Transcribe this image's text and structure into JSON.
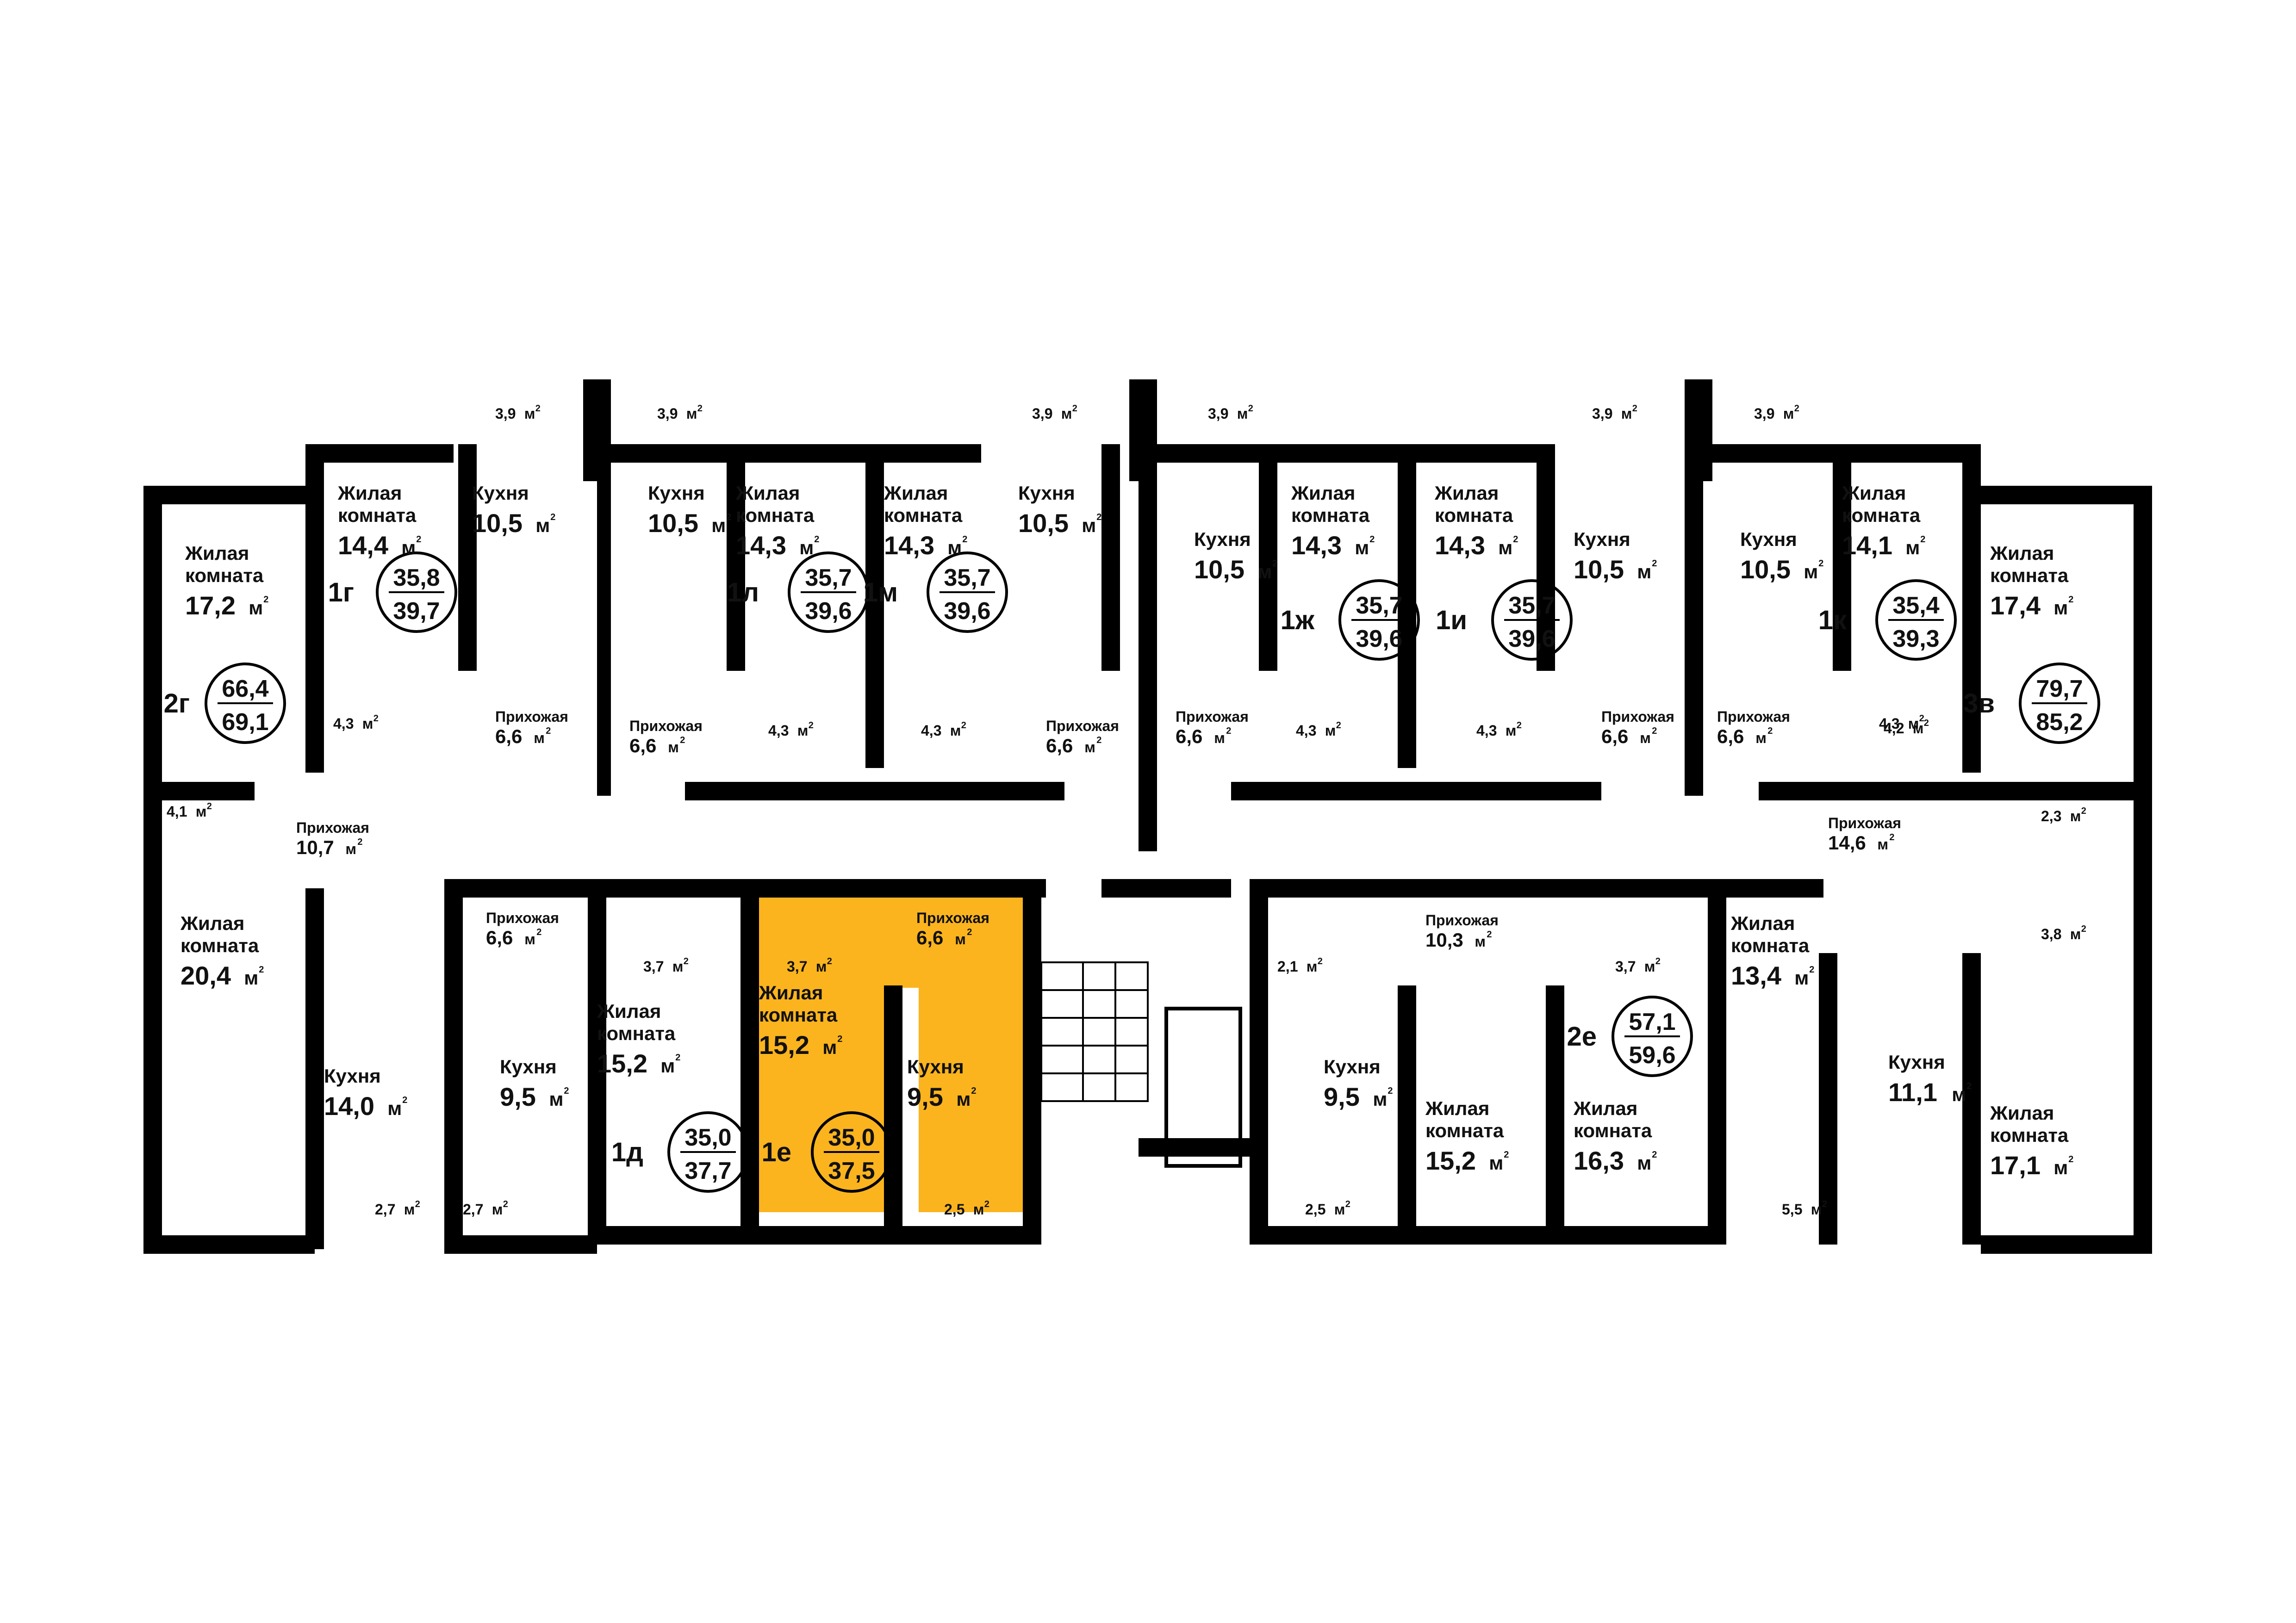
{
  "unit": "м",
  "unit_sup": "2",
  "highlight_color": "#fbb41e",
  "wall_color": "#000000",
  "selected_apartment": "1е",
  "apartments": [
    {
      "code": "2г",
      "area": "66,4",
      "total": "69,1"
    },
    {
      "code": "1г",
      "area": "35,8",
      "total": "39,7"
    },
    {
      "code": "1л",
      "area": "35,7",
      "total": "39,6"
    },
    {
      "code": "1м",
      "area": "35,7",
      "total": "39,6"
    },
    {
      "code": "1ж",
      "area": "35,7",
      "total": "39,6"
    },
    {
      "code": "1и",
      "area": "35,7",
      "total": "39,6"
    },
    {
      "code": "1к",
      "area": "35,4",
      "total": "39,3"
    },
    {
      "code": "3в",
      "area": "79,7",
      "total": "85,2"
    },
    {
      "code": "1д",
      "area": "35,0",
      "total": "37,7"
    },
    {
      "code": "1е",
      "area": "35,0",
      "total": "37,5"
    },
    {
      "code": "2е",
      "area": "57,1",
      "total": "59,6"
    }
  ],
  "rooms": [
    {
      "label": "Жилая\nкомната",
      "value": "17,2"
    },
    {
      "label": "Жилая\nкомната",
      "value": "14,4"
    },
    {
      "label": "Кухня",
      "value": "10,5"
    },
    {
      "label": "Кухня",
      "value": "10,5"
    },
    {
      "label": "Жилая\nкомната",
      "value": "14,3"
    },
    {
      "label": "Жилая\nкомната",
      "value": "14,3"
    },
    {
      "label": "Кухня",
      "value": "10,5"
    },
    {
      "label": "Кухня",
      "value": "10,5"
    },
    {
      "label": "Жилая\nкомната",
      "value": "14,3"
    },
    {
      "label": "Жилая\nкомната",
      "value": "14,3"
    },
    {
      "label": "Кухня",
      "value": "10,5"
    },
    {
      "label": "Кухня",
      "value": "10,5"
    },
    {
      "label": "Жилая\nкомната",
      "value": "14,1"
    },
    {
      "label": "Жилая\nкомната",
      "value": "17,4"
    },
    {
      "label": "Прихожая",
      "value": "6,6"
    },
    {
      "label": "Прихожая",
      "value": "6,6"
    },
    {
      "label": "Прихожая",
      "value": "6,6"
    },
    {
      "label": "Прихожая",
      "value": "6,6"
    },
    {
      "label": "Прихожая",
      "value": "6,6"
    },
    {
      "label": "Прихожая",
      "value": "6,6"
    },
    {
      "label": "Прихожая",
      "value": "10,7"
    },
    {
      "label": "Прихожая",
      "value": "14,6"
    },
    {
      "label": "Жилая\nкомната",
      "value": "20,4"
    },
    {
      "label": "Кухня",
      "value": "14,0"
    },
    {
      "label": "Прихожая",
      "value": "6,6"
    },
    {
      "label": "Кухня",
      "value": "9,5"
    },
    {
      "label": "Жилая\nкомната",
      "value": "15,2"
    },
    {
      "label": "Жилая\nкомната",
      "value": "15,2"
    },
    {
      "label": "Прихожая",
      "value": "6,6"
    },
    {
      "label": "Кухня",
      "value": "9,5"
    },
    {
      "label": "Кухня",
      "value": "9,5"
    },
    {
      "label": "Прихожая",
      "value": "10,3"
    },
    {
      "label": "Жилая\nкомната",
      "value": "15,2"
    },
    {
      "label": "Жилая\nкомната",
      "value": "16,3"
    },
    {
      "label": "Жилая\nкомната",
      "value": "13,4"
    },
    {
      "label": "Кухня",
      "value": "11,1"
    },
    {
      "label": "Жилая\nкомната",
      "value": "17,1"
    }
  ],
  "small_areas": [
    "3,9",
    "3,9",
    "3,9",
    "3,9",
    "3,9",
    "3,9",
    "4,3",
    "4,3",
    "4,3",
    "4,3",
    "4,3",
    "4,3",
    "4,2",
    "4,1",
    "2,3",
    "3,8",
    "3,7",
    "3,7",
    "3,7",
    "2,1",
    "2,7",
    "2,7",
    "2,5",
    "2,5",
    "5,5"
  ]
}
